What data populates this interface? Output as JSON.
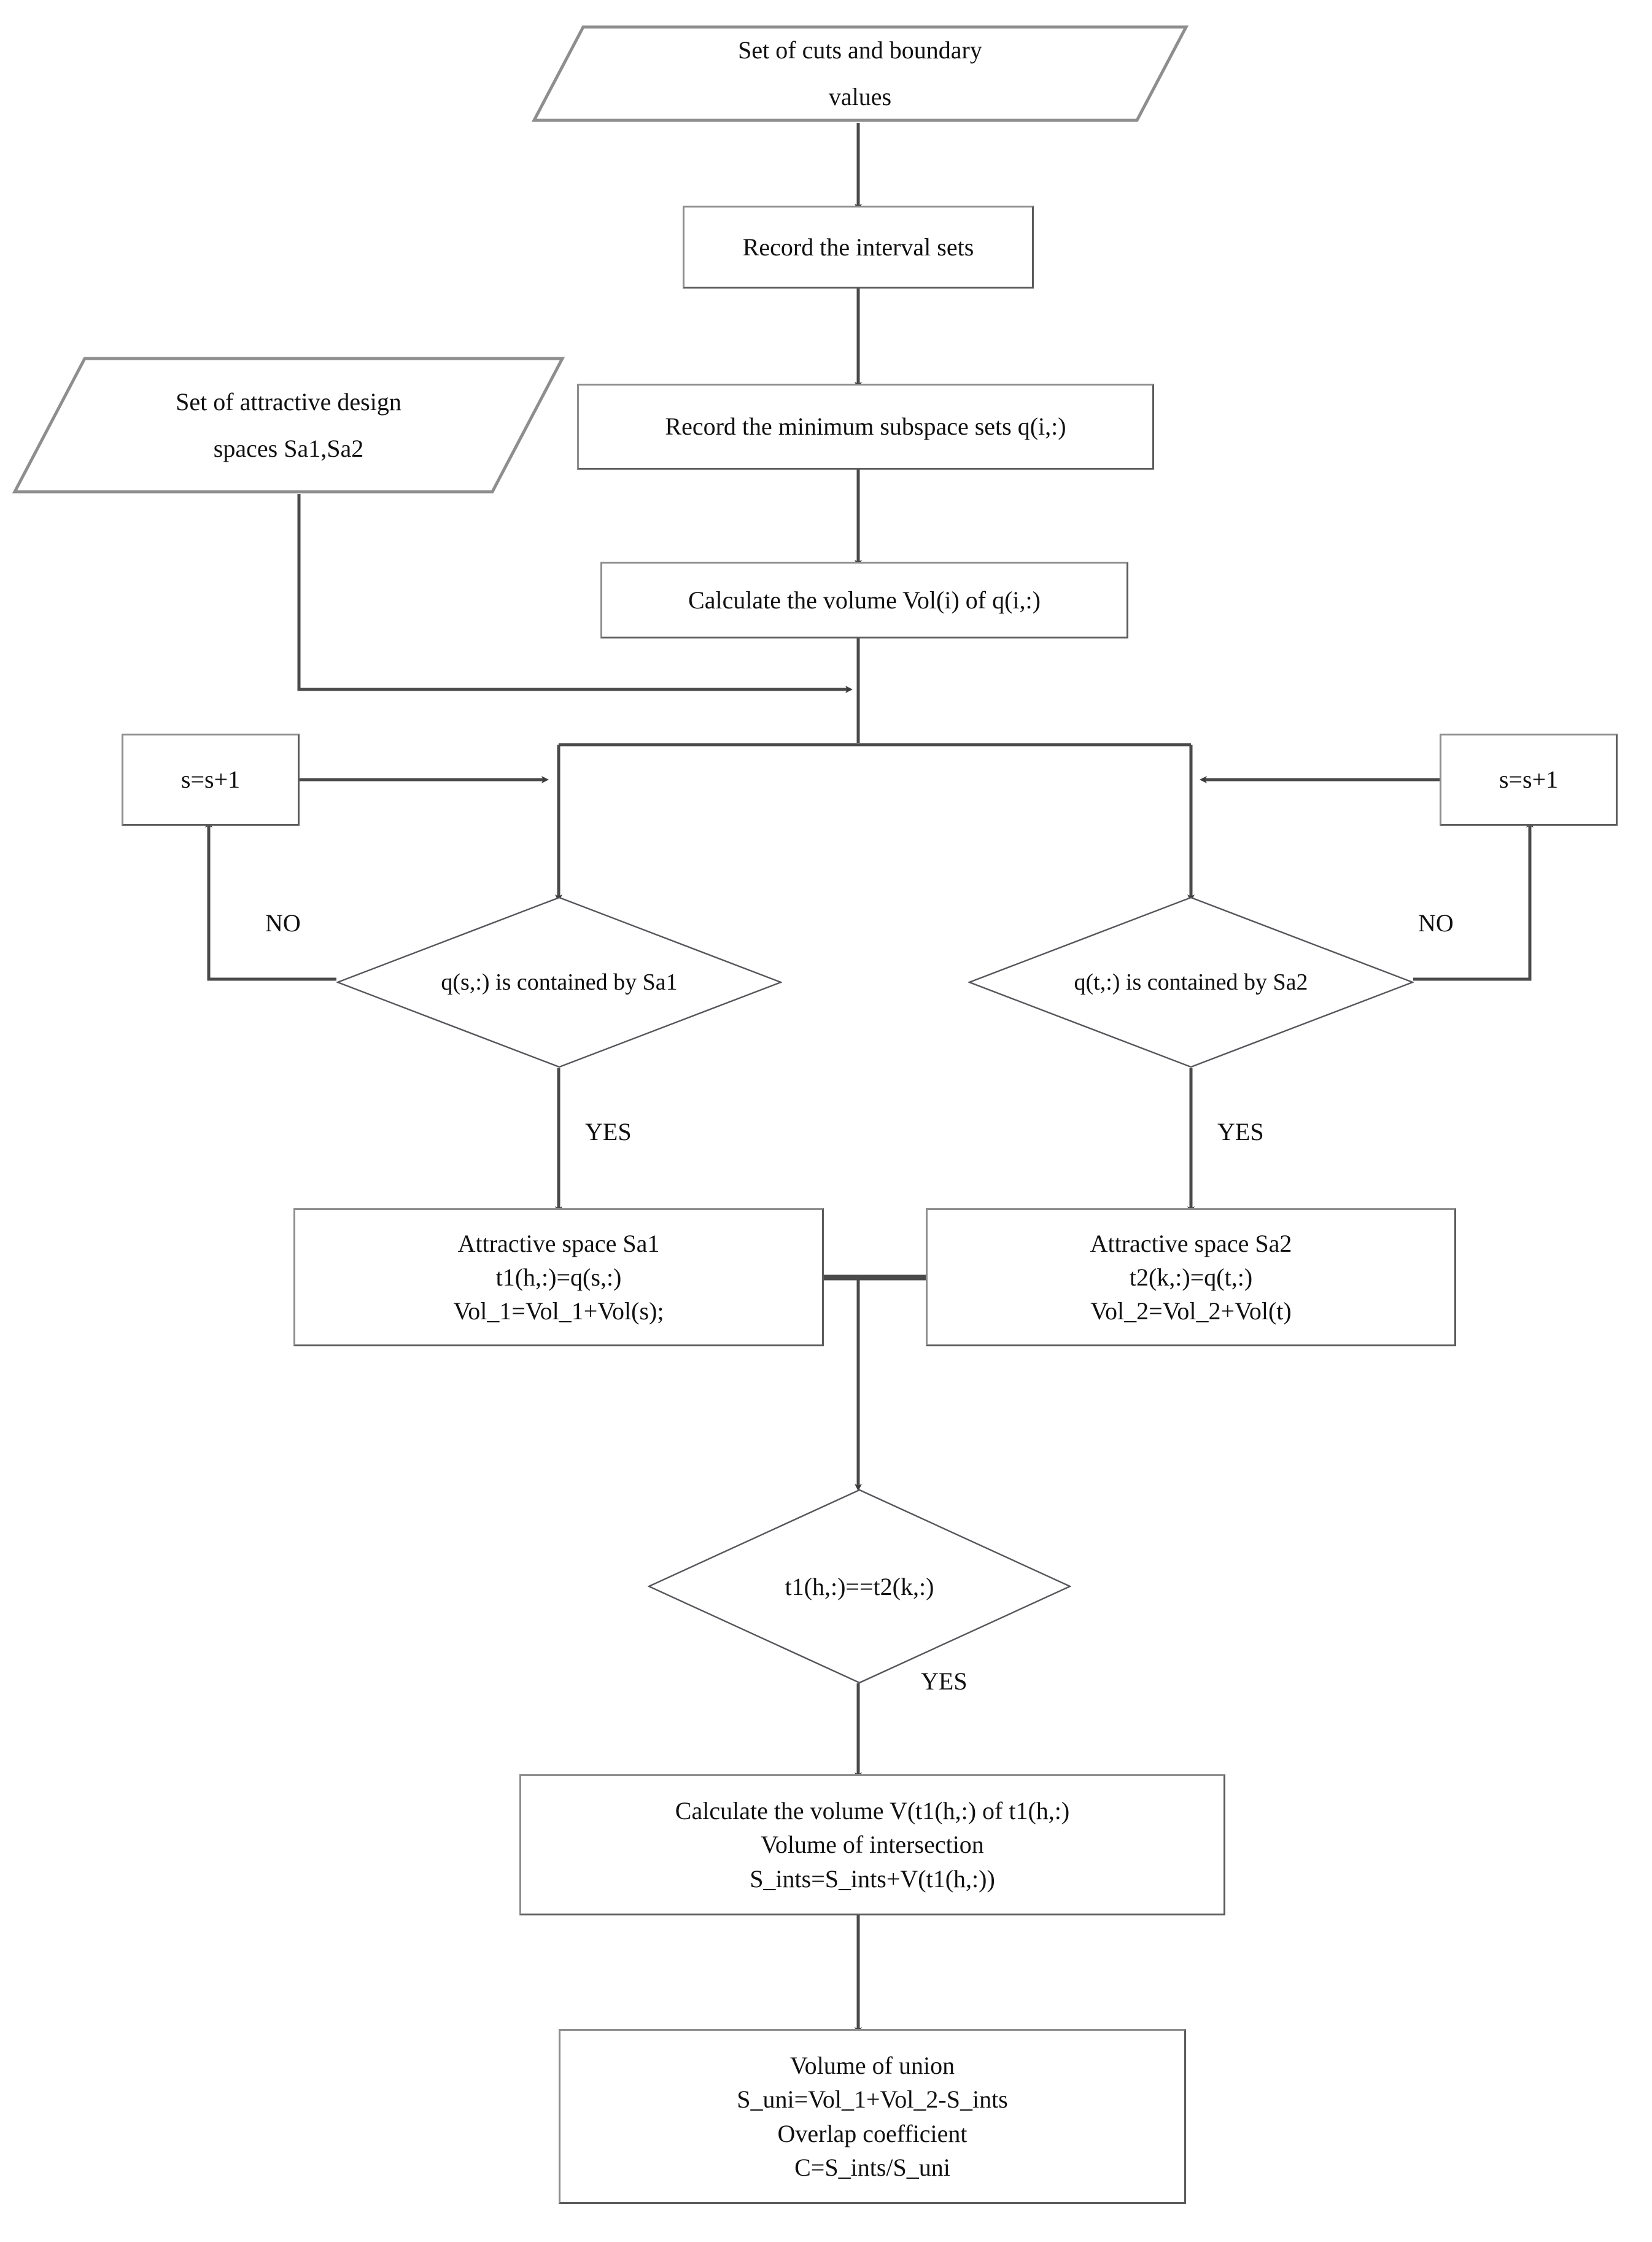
{
  "diagram": {
    "title": "Flowchart for computing the overlap coefficient of attractive design spaces",
    "type": "flowchart",
    "colors": {
      "stroke": "#5b5b5b",
      "stroke_light": "#8e8e8e",
      "arrow": "#3b3b3b",
      "text": "#111111",
      "background": "#ffffff"
    }
  },
  "nodes": {
    "input_cuts": {
      "shape": "parallelogram",
      "text": "Set of cuts and boundary\nvalues"
    },
    "record_intervals": {
      "shape": "process",
      "text": "Record the interval sets"
    },
    "input_spaces": {
      "shape": "parallelogram",
      "text": "Set of attractive design\nspaces  Sa1,Sa2"
    },
    "record_subspaces": {
      "shape": "process",
      "text": "Record the minimum subspace sets    q(i,:)"
    },
    "calc_volume": {
      "shape": "process",
      "text": "Calculate the volume Vol(i) of q(i,:)"
    },
    "increment_left": {
      "shape": "process",
      "text": "s=s+1"
    },
    "increment_right": {
      "shape": "process",
      "text": "s=s+1"
    },
    "decision_sa1": {
      "shape": "diamond",
      "text": "q(s,:) is contained by Sa1"
    },
    "decision_sa2": {
      "shape": "diamond",
      "text": "q(t,:) is contained by Sa2"
    },
    "space_sa1": {
      "shape": "process",
      "text": "Attractive space Sa1\nt1(h,:)=q(s,:)\nVol_1=Vol_1+Vol(s);"
    },
    "space_sa2": {
      "shape": "process",
      "text": "Attractive space Sa2\nt2(k,:)=q(t,:)\nVol_2=Vol_2+Vol(t)"
    },
    "decision_equal": {
      "shape": "diamond",
      "text": "t1(h,:)==t2(k,:)"
    },
    "calc_intersection": {
      "shape": "process",
      "text": "Calculate the volume V(t1(h,:) of t1(h,:)\nVolume of intersection\nS_ints=S_ints+V(t1(h,:))"
    },
    "calc_union": {
      "shape": "process",
      "text": "Volume of union\nS_uni=Vol_1+Vol_2-S_ints\nOverlap coefficient\nC=S_ints/S_uni"
    }
  },
  "edge_labels": {
    "no_left": "NO",
    "no_right": "NO",
    "yes_left": "YES",
    "yes_right": "YES",
    "yes_bottom": "YES"
  }
}
